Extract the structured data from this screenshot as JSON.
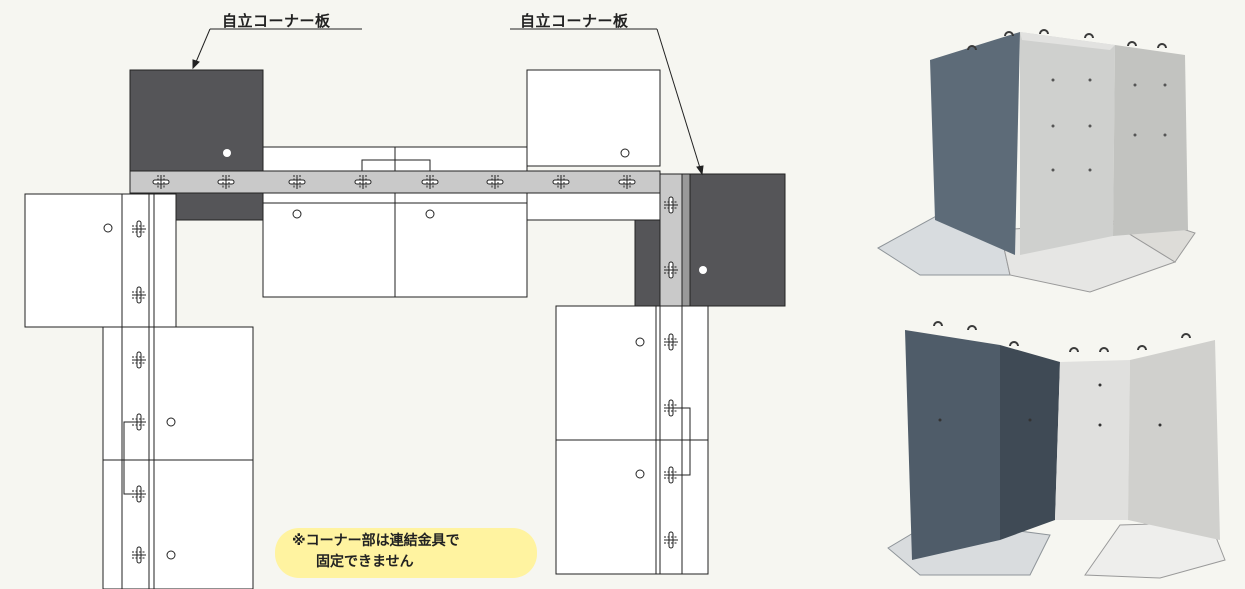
{
  "labels": {
    "left_corner": "自立コーナー板",
    "right_corner": "自立コーナー板"
  },
  "note": {
    "line1": "※コーナー部は連結金具で",
    "line2": "固定できません"
  },
  "colors": {
    "corner_panel": "#555558",
    "joint_strip": "#c9c9c9",
    "panel": "#ffffff",
    "outline": "#222222",
    "background": "#f6f6f1",
    "note_bg": "#fff3a0"
  },
  "photos": [
    {
      "name": "precast-l-wall-corner-photo-top"
    },
    {
      "name": "precast-l-wall-corner-photo-bottom"
    }
  ]
}
